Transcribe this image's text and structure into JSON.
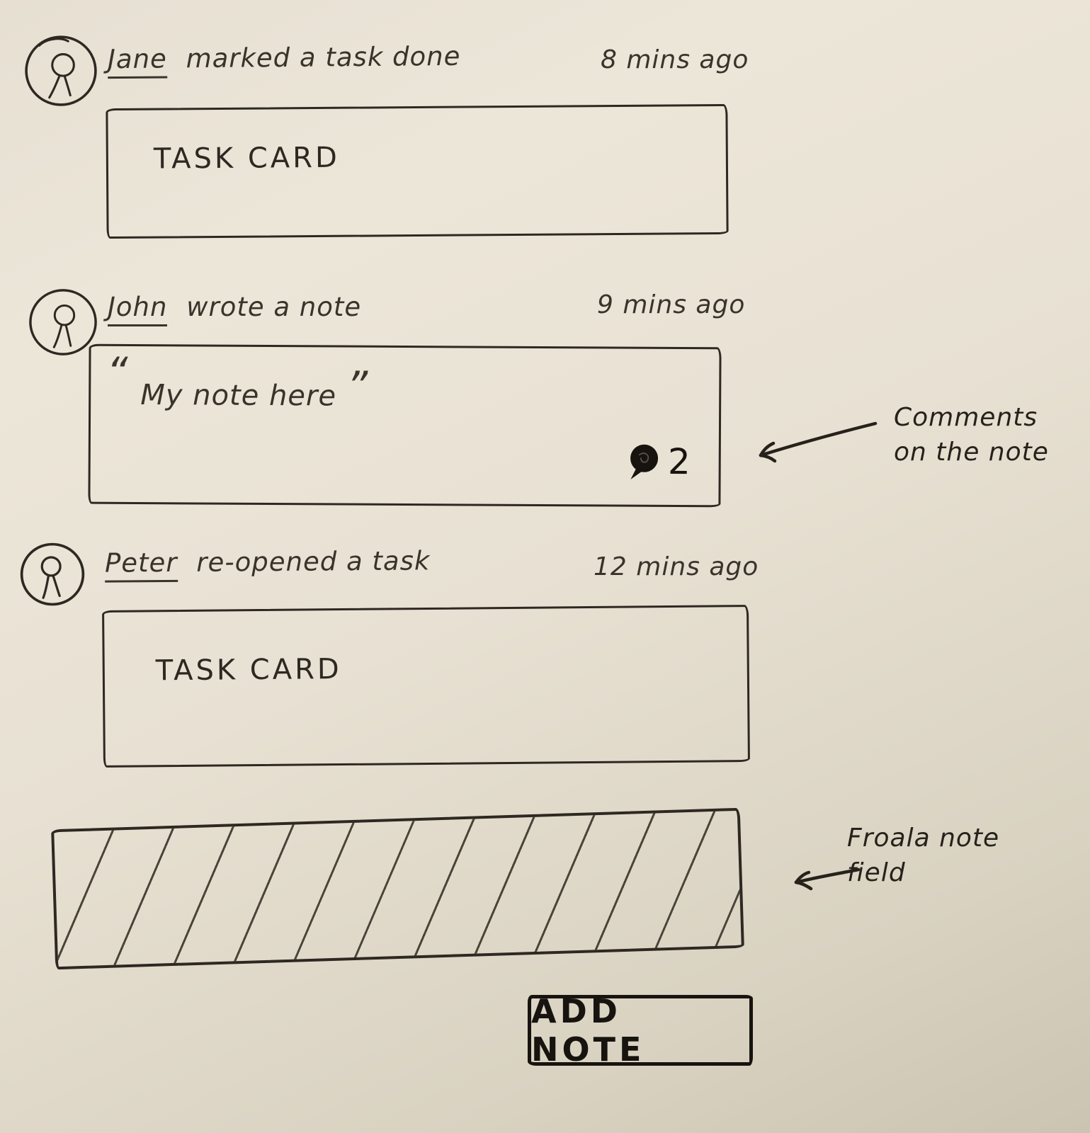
{
  "colors": {
    "paper": "#e9e2d4",
    "ink": "#2e2822"
  },
  "icons": {
    "avatar": "stick-figure-in-circle",
    "comment": "filled-speech-bubble",
    "annotation_arrow": "curved-left-arrow"
  },
  "feed": [
    {
      "actor": "Jane",
      "action": "marked a task done",
      "time": "8 mins ago",
      "card": {
        "label": "TASK CARD"
      }
    },
    {
      "actor": "John",
      "action": "wrote a note",
      "time": "9 mins ago",
      "note": {
        "quote_open": "“",
        "text": "My note here",
        "quote_close": "”",
        "comment_count": "2"
      }
    },
    {
      "actor": "Peter",
      "action": "re-opened a task",
      "time": "12 mins ago",
      "card": {
        "label": "TASK CARD"
      }
    }
  ],
  "annotations": {
    "comments_label": "Comments on the note",
    "froala_label": "Froala note field"
  },
  "composer": {
    "add_note_label": "ADD NOTE"
  }
}
